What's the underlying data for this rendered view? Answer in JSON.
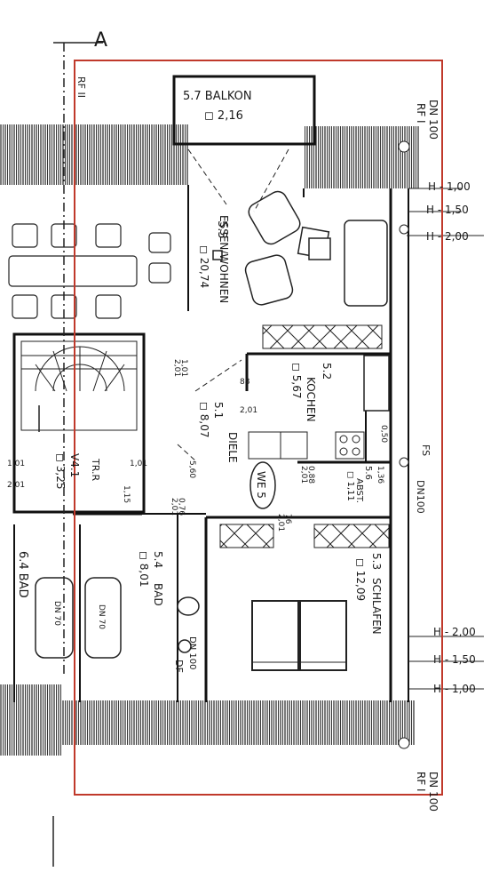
{
  "section_marker": "A",
  "rooms": {
    "balkon": {
      "label": "5.7 BALKON",
      "area": "◻ 2,16"
    },
    "essen": {
      "code": "5.5",
      "name": "ESSEN/WOHNEN",
      "area": "◻ 20,74"
    },
    "kochen": {
      "code": "5.2",
      "name": "KOCHEN",
      "area": "◻ 5,67"
    },
    "diele": {
      "code": "5.1",
      "name": "DIELE",
      "area": "◻ 8,07"
    },
    "abst": {
      "code": "5.6",
      "name": "ABST.",
      "area": "◻ 1,11"
    },
    "schlafen": {
      "code": "5.3",
      "name": "SCHLAFEN",
      "area": "◻ 12,09"
    },
    "bad": {
      "code": "5.4",
      "name": "BAD",
      "area": "◻ 8,01"
    },
    "bad_neighbor": {
      "label": "6.4 BAD"
    },
    "stair": {
      "code": "V4.1",
      "area": "◻ 3,25",
      "tag": "TR.R"
    }
  },
  "unit_tag": "WE 5",
  "heights_top": [
    "H - 1,00",
    "H - 1,50",
    "H - 2,00"
  ],
  "heights_bottom": [
    "H - 2,00",
    "H - 1,50",
    "H - 1,00"
  ],
  "pipe_labels": {
    "dn_top": "DN 100",
    "rf_top": "RF I",
    "dn_mid": "DN100",
    "dn_bottom": "DN 100",
    "rf_bottom": "RF I",
    "rf_left": "RF II",
    "dn_bath": "DN 100",
    "df": "DF",
    "fs": "FS",
    "tub": "DN 70"
  },
  "door_dims": {
    "d1": "1,01",
    "d2": "2,01",
    "d3": "88",
    "d4": "2,01",
    "d5": "0,88",
    "d6": "2,01",
    "d7": "0,76",
    "d8": "2,01",
    "d9": "76",
    "d10": "2,01",
    "d11": "1,01",
    "d12": "1,01",
    "d13": "2,01",
    "d14": "5,60",
    "d15": "0,50",
    "d16": "1,36",
    "d17": "1,15"
  },
  "colors": {
    "red_frame": "#c0392b",
    "ink": "#1a1a1a"
  }
}
